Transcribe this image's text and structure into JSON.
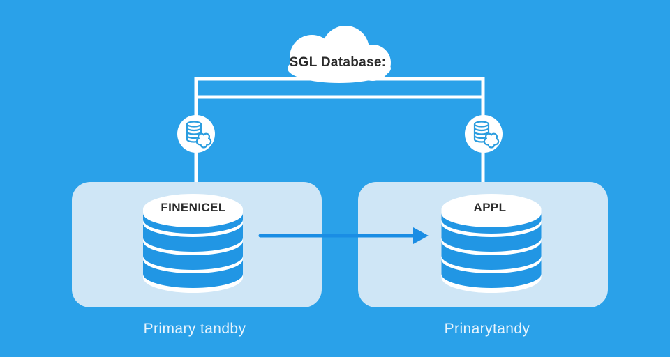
{
  "colors": {
    "background": "#2AA1E9",
    "panel": "#CFE6F6",
    "stripe": "#2196E4",
    "arrow": "#1A8DE4",
    "line": "#FFFFFF",
    "icon_stroke": "#2B9DDF",
    "cloud_text": "#2B2B2B",
    "cylinder_text": "#2B2B2B",
    "caption_text": "#E8F4FD"
  },
  "cloud": {
    "label": "SGL Database:"
  },
  "left": {
    "db_label": "FINENICEL",
    "caption": "Primary tandby"
  },
  "right": {
    "db_label": "APPL",
    "caption": "Prinarytandy"
  }
}
